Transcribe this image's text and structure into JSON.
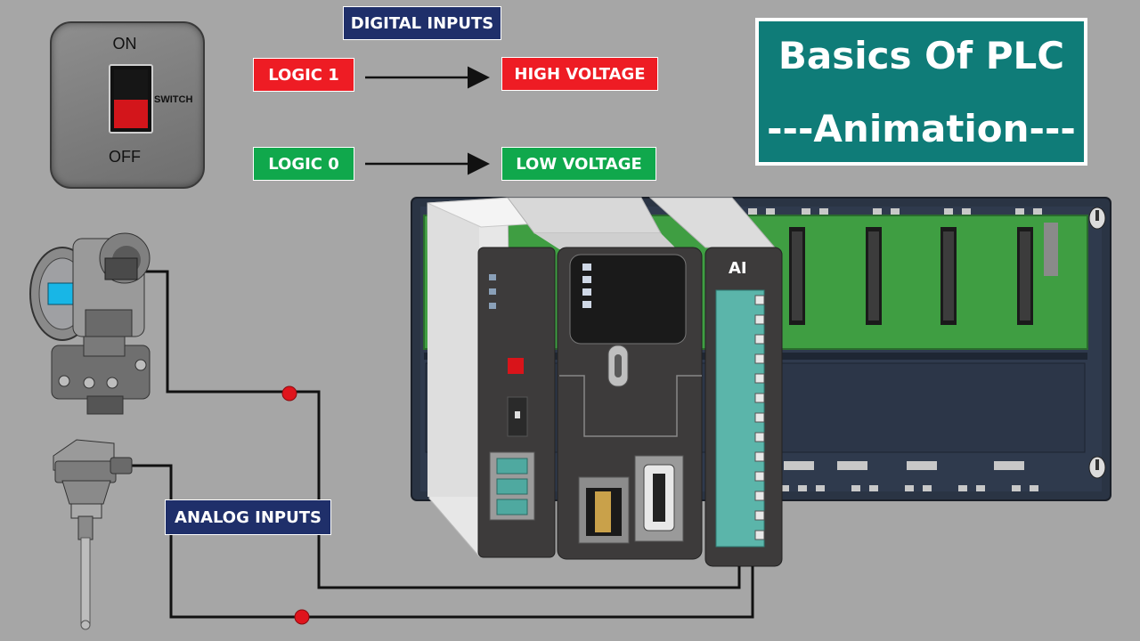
{
  "title": {
    "line1": "Basics Of PLC",
    "line2": "---Animation---"
  },
  "digital_inputs": {
    "heading": "DIGITAL INPUTS",
    "rows": [
      {
        "logic": "LOGIC 1",
        "voltage": "HIGH VOLTAGE",
        "color": "#ee1c24"
      },
      {
        "logic": "LOGIC 0",
        "voltage": "LOW VOLTAGE",
        "color": "#10a84c"
      }
    ]
  },
  "switch": {
    "on": "ON",
    "off": "OFF",
    "label": "SWITCH",
    "state": "off"
  },
  "analog_inputs": {
    "heading": "ANALOG INPUTS"
  },
  "plc": {
    "module_label": "AI"
  },
  "colors": {
    "background": "#a6a6a6",
    "title_bg": "#0f7c78",
    "heading_bg": "#1f2f6a",
    "signal_dot": "#e0141c",
    "wire": "#111111"
  }
}
